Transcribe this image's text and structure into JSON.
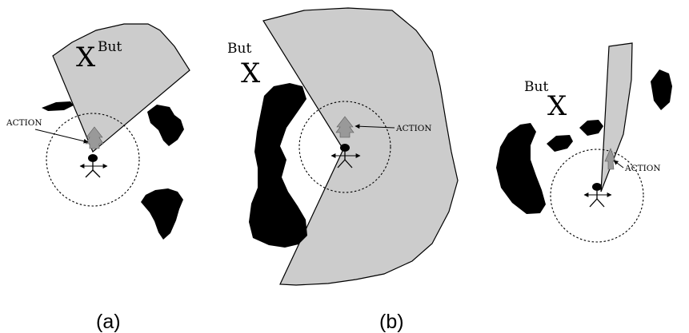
{
  "panels": [
    {
      "id": "a",
      "symbol": "X",
      "superscript": "But",
      "action_label": "ACTION",
      "caption": "(a)"
    },
    {
      "id": "b",
      "symbol": "X",
      "superscript": "But",
      "action_label": "ACTION",
      "caption": "(b)"
    },
    {
      "id": "c",
      "symbol": "X",
      "superscript": "But",
      "action_label": "ACTION",
      "caption": ""
    }
  ],
  "colors": {
    "sector_fill": "#cccccc",
    "action_arrow_fill": "#999999",
    "obstacle_fill": "#000000"
  }
}
